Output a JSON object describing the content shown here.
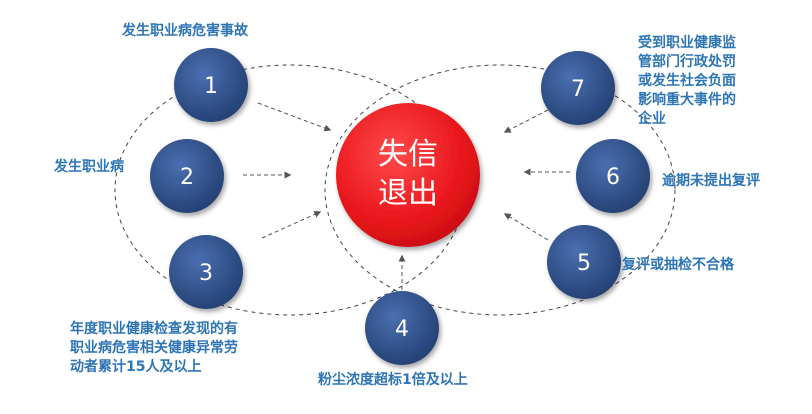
{
  "center": {
    "line1": "失信",
    "line2": "退出"
  },
  "nodes": [
    {
      "number": "1",
      "label_lines": [
        "发生职业病危害事故"
      ]
    },
    {
      "number": "2",
      "label_lines": [
        "发生职业病"
      ]
    },
    {
      "number": "3",
      "label_lines": [
        "年度职业健康检查发现的有",
        "职业病危害相关健康异常劳",
        "动者累计15人及以上"
      ]
    },
    {
      "number": "4",
      "label_lines": [
        "粉尘浓度超标1倍及以上"
      ]
    },
    {
      "number": "5",
      "label_lines": [
        "复评或抽检不合格"
      ]
    },
    {
      "number": "6",
      "label_lines": [
        "逾期未提出复评"
      ]
    },
    {
      "number": "7",
      "label_lines": [
        "受到职业健康监",
        "管部门行政处罚",
        "或发生社会负面",
        "影响重大事件的",
        "企业"
      ]
    }
  ],
  "colors": {
    "node_fill": "#2f4f8a",
    "node_fill_light": "#4a6fb0",
    "center_fill": "#e8151b",
    "center_fill_light": "#ff5a5a",
    "label_text": "#2e75b6",
    "arrow": "#555555"
  }
}
